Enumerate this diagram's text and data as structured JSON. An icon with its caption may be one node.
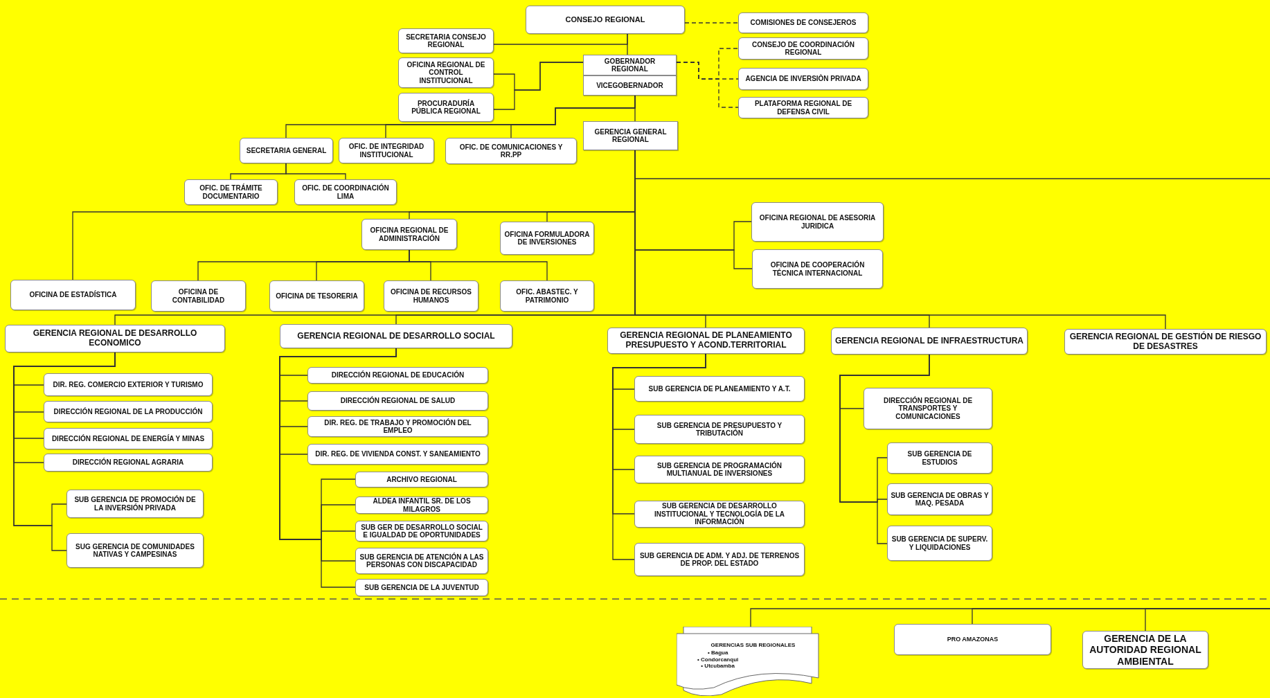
{
  "diagram": {
    "nodes": [
      {
        "text": [
          "CONSEJO REGIONAL"
        ]
      },
      {
        "text": [
          "COMISIONES DE CONSEJEROS"
        ]
      },
      {
        "text": [
          "SECRETARIA CONSEJO REGIONAL"
        ]
      },
      {
        "text": [
          "GOBERNADOR REGIONAL"
        ]
      },
      {
        "text": [
          "VICEGOBERNADOR"
        ]
      },
      {
        "text": [
          "OFICINA REGIONAL DE CONTROL INSTITUCIONAL"
        ]
      },
      {
        "text": [
          "PROCURADURÍA PÚBLICA REGIONAL"
        ]
      },
      {
        "text": [
          "CONSEJO DE COORDINACIÓN REGIONAL"
        ]
      },
      {
        "text": [
          "AGENCIA DE INVERSIÒN PRIVADA"
        ]
      },
      {
        "text": [
          "PLATAFORMA REGIONAL DE DEFENSA CIVIL"
        ]
      },
      {
        "text": [
          "SECRETARIA GENERAL"
        ]
      },
      {
        "text": [
          "OFIC. DE INTEGRIDAD INSTITUCIONAL"
        ]
      },
      {
        "text": [
          "OFIC. DE COMUNICACIONES Y RR.PP"
        ]
      },
      {
        "text": [
          "GERENCIA GENERAL REGIONAL"
        ]
      },
      {
        "text": [
          "OFIC. DE TRÁMITE DOCUMENTARIO"
        ]
      },
      {
        "text": [
          "OFIC. DE COORDINACIÓN LIMA"
        ]
      },
      {
        "text": [
          "OFICINA REGIONAL DE ADMINISTRACIÓN"
        ]
      },
      {
        "text": [
          "OFICINA FORMULADORA DE INVERSIONES"
        ]
      },
      {
        "text": [
          "OFICINA REGIONAL DE ASESORIA JURIDICA"
        ]
      },
      {
        "text": [
          "OFICINA DE COOPERACIÓN TÉCNICA INTERNACIONAL"
        ]
      },
      {
        "text": [
          "OFICINA DE ESTADÍSTICA"
        ]
      },
      {
        "text": [
          "OFICINA DE CONTABILIDAD"
        ]
      },
      {
        "text": [
          "OFICINA DE TESORERIA"
        ]
      },
      {
        "text": [
          "OFICINA DE RECURSOS HUMANOS"
        ]
      },
      {
        "text": [
          "OFIC. ABASTEC. Y PATRIMONIO"
        ]
      },
      {
        "text": [
          "GERENCIA REGIONAL DE DESARROLLO ECONOMICO"
        ]
      },
      {
        "text": [
          "GERENCIA REGIONAL DE DESARROLLO SOCIAL"
        ]
      },
      {
        "text": [
          "GERENCIA REGIONAL DE PLANEAMIENTO PRESUPUESTO Y ACOND.TERRITORIAL"
        ]
      },
      {
        "text": [
          "GERENCIA REGIONAL DE INFRAESTRUCTURA"
        ]
      },
      {
        "text": [
          "GERENCIA REGIONAL DE GESTIÓN DE RIESGO DE DESASTRES"
        ]
      },
      {
        "text": [
          "DIR. REG. COMERCIO EXTERIOR Y TURISMO"
        ]
      },
      {
        "text": [
          "DIRECCIÓN REGIONAL DE LA PRODUCCIÓN"
        ]
      },
      {
        "text": [
          "DIRECCIÓN REGIONAL DE ENERGÍA Y MINAS"
        ]
      },
      {
        "text": [
          "DIRECCIÓN REGIONAL AGRARIA"
        ]
      },
      {
        "text": [
          "SUB GERENCIA DE PROMOCIÓN DE LA INVERSIÓN PRIVADA"
        ]
      },
      {
        "text": [
          "SUG GERENCIA DE COMUNIDADES NATIVAS Y CAMPESINAS"
        ]
      },
      {
        "text": [
          "DIRECCIÓN REGIONAL DE EDUCACIÓN"
        ]
      },
      {
        "text": [
          "DIRECCIÓN REGIONAL DE SALUD"
        ]
      },
      {
        "text": [
          "DIR. REG. DE TRABAJO Y PROMOCIÓN DEL EMPLEO"
        ]
      },
      {
        "text": [
          "DIR. REG. DE VIVIENDA CONST. Y SANEAMIENTO"
        ]
      },
      {
        "text": [
          "ARCHIVO REGIONAL"
        ]
      },
      {
        "text": [
          "ALDEA INFANTIL SR. DE LOS MILAGROS"
        ]
      },
      {
        "text": [
          "SUB GER DE DESARROLLO SOCIAL E IGUALDAD DE OPORTUNIDADES"
        ]
      },
      {
        "text": [
          "SUB GERENCIA DE ATENCIÓN A LAS PERSONAS CON DISCAPACIDAD"
        ]
      },
      {
        "text": [
          "SUB GERENCIA DE LA JUVENTUD"
        ]
      },
      {
        "text": [
          "SUB GERENCIA DE PLANEAMIENTO Y A.T."
        ]
      },
      {
        "text": [
          "SUB GERENCIA DE PRESUPUESTO Y TRIBUTACIÓN"
        ]
      },
      {
        "text": [
          "SUB GERENCIA DE PROGRAMACIÓN MULTIANUAL DE INVERSIONES"
        ]
      },
      {
        "text": [
          "SUB GERENCIA DE DESARROLLO INSTITUCIONAL Y TECNOLOGÍA DE LA INFORMACIÓN"
        ]
      },
      {
        "text": [
          "SUB GERENCIA DE ADM. Y ADJ. DE TERRENOS DE PROP. DEL ESTADO"
        ]
      },
      {
        "text": [
          "DIRECCIÓN REGIONAL DE TRANSPORTES Y COMUNICACIONES"
        ]
      },
      {
        "text": [
          "SUB GERENCIA DE ESTUDIOS"
        ]
      },
      {
        "text": [
          "SUB GERENCIA DE OBRAS Y MAQ. PESADA"
        ]
      },
      {
        "text": [
          "SUB GERENCIA DE SUPERV. Y LIQUIDACIONES"
        ]
      },
      {
        "text": [
          "GERENCIAS SUB REGIONALES",
          "• Bagua",
          "• Condorcanqui",
          "• Utcubamba"
        ]
      },
      {
        "text": [
          "PRO AMAZONAS"
        ]
      },
      {
        "text": [
          "GERENCIA DE LA AUTORIDAD REGIONAL AMBIENTAL"
        ]
      }
    ],
    "edges": [
      {
        "from": 0,
        "to": 1,
        "arrow": "none",
        "style": "dashed"
      },
      {
        "from": 0,
        "to": 2,
        "arrow": "none"
      },
      {
        "from": 0,
        "to": 3,
        "arrow": "none"
      },
      {
        "from": 3,
        "to": 5,
        "arrow": "none"
      },
      {
        "from": 3,
        "to": 6,
        "arrow": "none"
      },
      {
        "from": 3,
        "to": 7,
        "arrow": "none",
        "style": "dashed"
      },
      {
        "from": 3,
        "to": 8,
        "arrow": "none",
        "style": "dashed"
      },
      {
        "from": 3,
        "to": 9,
        "arrow": "none",
        "style": "dashed"
      },
      {
        "from": 4,
        "to": 13,
        "arrow": "none"
      },
      {
        "from": 4,
        "to": 10,
        "arrow": "none"
      },
      {
        "from": 4,
        "to": 11,
        "arrow": "none"
      },
      {
        "from": 4,
        "to": 12,
        "arrow": "none"
      },
      {
        "from": 10,
        "to": 14,
        "arrow": "none"
      },
      {
        "from": 10,
        "to": 15,
        "arrow": "none"
      },
      {
        "from": 13,
        "to": null,
        "arrow": "none"
      },
      {
        "from": 13,
        "to": 20,
        "arrow": "none"
      },
      {
        "from": 13,
        "to": 16,
        "arrow": "none"
      },
      {
        "from": 13,
        "to": 17,
        "arrow": "none"
      },
      {
        "from": 13,
        "to": 18,
        "arrow": "none"
      },
      {
        "from": 13,
        "to": 19,
        "arrow": "none"
      },
      {
        "from": 16,
        "to": 21,
        "arrow": "none"
      },
      {
        "from": 16,
        "to": 22,
        "arrow": "none"
      },
      {
        "from": 16,
        "to": 23,
        "arrow": "none"
      },
      {
        "from": 16,
        "to": 24,
        "arrow": "none"
      },
      {
        "from": 13,
        "to": 25,
        "arrow": "none"
      },
      {
        "from": 13,
        "to": 26,
        "arrow": "none"
      },
      {
        "from": 13,
        "to": 27,
        "arrow": "none"
      },
      {
        "from": 13,
        "to": 28,
        "arrow": "none"
      },
      {
        "from": 13,
        "to": 29,
        "arrow": "none"
      },
      {
        "from": 25,
        "to": 30,
        "arrow": "none"
      },
      {
        "from": 25,
        "to": 31,
        "arrow": "none"
      },
      {
        "from": 25,
        "to": 32,
        "arrow": "none"
      },
      {
        "from": 25,
        "to": 33,
        "arrow": "none"
      },
      {
        "from": 25,
        "to": 34,
        "arrow": "none"
      },
      {
        "from": 25,
        "to": 35,
        "arrow": "none"
      },
      {
        "from": 26,
        "to": 36,
        "arrow": "none"
      },
      {
        "from": 26,
        "to": 37,
        "arrow": "none"
      },
      {
        "from": 26,
        "to": 38,
        "arrow": "none"
      },
      {
        "from": 26,
        "to": 39,
        "arrow": "none"
      },
      {
        "from": 26,
        "to": 40,
        "arrow": "none"
      },
      {
        "from": 26,
        "to": 41,
        "arrow": "none"
      },
      {
        "from": 26,
        "to": 42,
        "arrow": "none"
      },
      {
        "from": 26,
        "to": 43,
        "arrow": "none"
      },
      {
        "from": 26,
        "to": 44,
        "arrow": "none"
      },
      {
        "from": 27,
        "to": 45,
        "arrow": "none"
      },
      {
        "from": 27,
        "to": 46,
        "arrow": "none"
      },
      {
        "from": 27,
        "to": 47,
        "arrow": "none"
      },
      {
        "from": 27,
        "to": 48,
        "arrow": "none"
      },
      {
        "from": 27,
        "to": 49,
        "arrow": "none"
      },
      {
        "from": 28,
        "to": 50,
        "arrow": "none"
      },
      {
        "from": 28,
        "to": 51,
        "arrow": "none"
      },
      {
        "from": 28,
        "to": 52,
        "arrow": "none"
      },
      {
        "from": 28,
        "to": 53,
        "arrow": "none"
      },
      {
        "from": null,
        "to": 54,
        "arrow": "none"
      },
      {
        "from": null,
        "to": 55,
        "arrow": "none"
      },
      {
        "from": null,
        "to": 56,
        "arrow": "none"
      }
    ]
  }
}
